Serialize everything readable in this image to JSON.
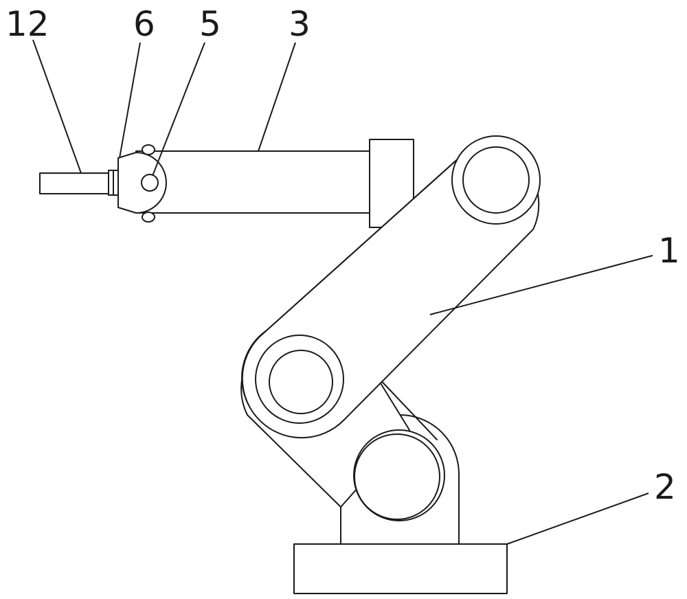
{
  "callouts": [
    {
      "id": "12",
      "text": "12"
    },
    {
      "id": "6",
      "text": "6"
    },
    {
      "id": "5",
      "text": "5"
    },
    {
      "id": "3",
      "text": "3"
    },
    {
      "id": "1",
      "text": "1"
    },
    {
      "id": "2",
      "text": "2"
    }
  ],
  "colors": {
    "line": "#1a1a1a",
    "background": "#ffffff"
  }
}
